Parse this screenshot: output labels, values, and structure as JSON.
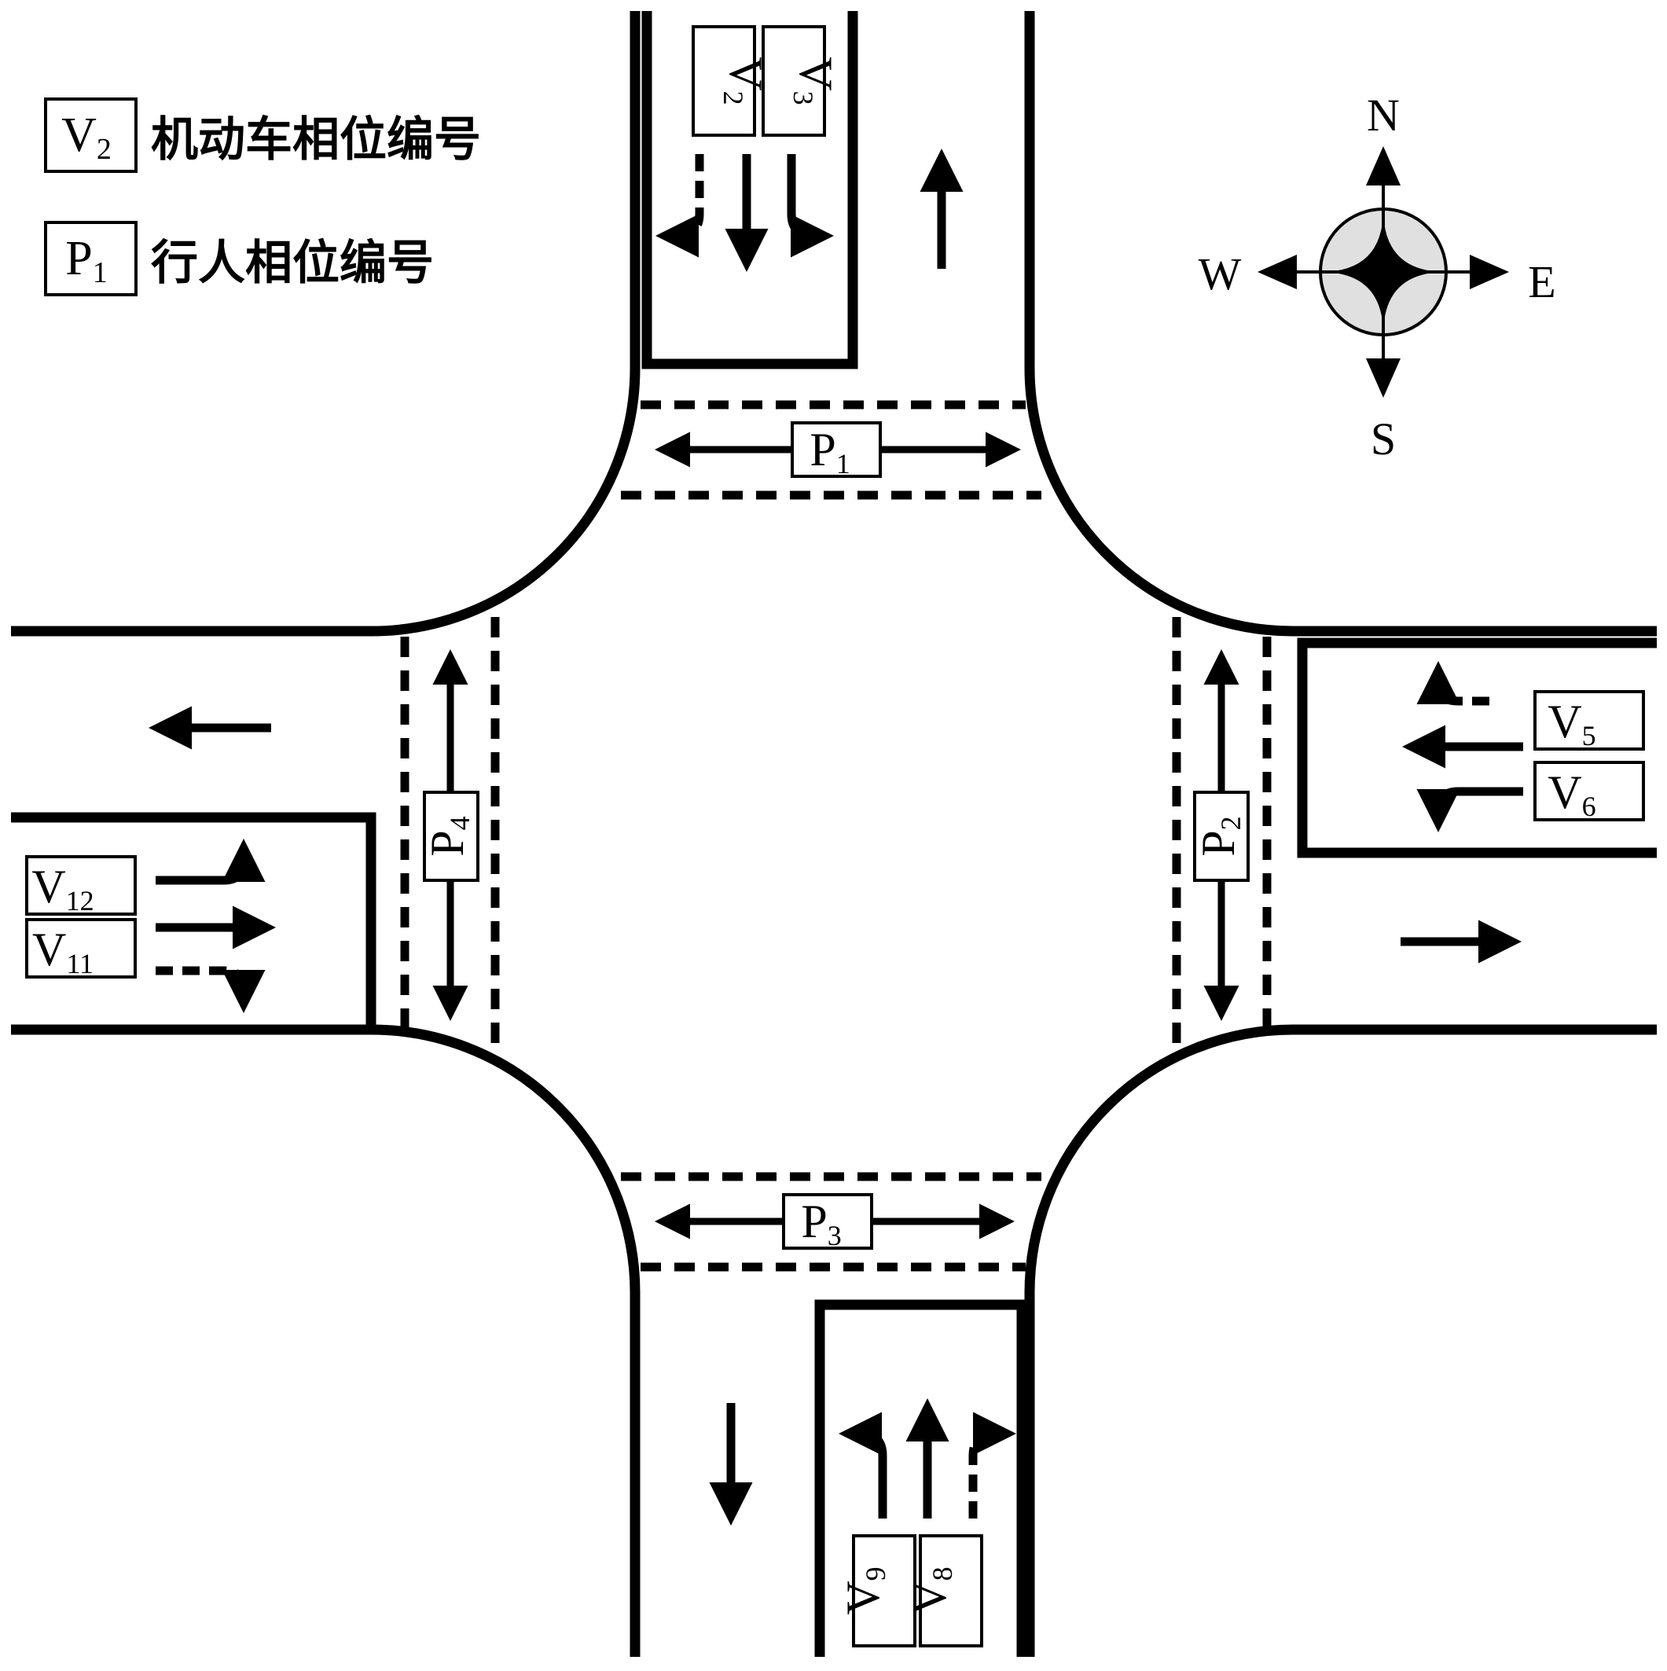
{
  "legend": {
    "vehicle": {
      "box_letter": "V",
      "box_sub": "2",
      "text": "机动车相位编号"
    },
    "pedestrian": {
      "box_letter": "P",
      "box_sub": "1",
      "text": "行人相位编号"
    }
  },
  "compass": {
    "north": "N",
    "south": "S",
    "east": "E",
    "west": "W"
  },
  "vehicle_phases": [
    {
      "id": "V2",
      "letter": "V",
      "sub": "2",
      "approach": "north",
      "movements": [
        "straight"
      ]
    },
    {
      "id": "V3",
      "letter": "V",
      "sub": "3",
      "approach": "north",
      "movements": [
        "left"
      ]
    },
    {
      "id": "V5",
      "letter": "V",
      "sub": "5",
      "approach": "east",
      "movements": [
        "straight"
      ]
    },
    {
      "id": "V6",
      "letter": "V",
      "sub": "6",
      "approach": "east",
      "movements": [
        "left"
      ]
    },
    {
      "id": "V8",
      "letter": "V",
      "sub": "8",
      "approach": "south",
      "movements": [
        "straight"
      ]
    },
    {
      "id": "V9",
      "letter": "V",
      "sub": "9",
      "approach": "south",
      "movements": [
        "left"
      ]
    },
    {
      "id": "V11",
      "letter": "V",
      "sub": "11",
      "approach": "west",
      "movements": [
        "straight"
      ]
    },
    {
      "id": "V12",
      "letter": "V",
      "sub": "12",
      "approach": "west",
      "movements": [
        "left"
      ]
    }
  ],
  "pedestrian_phases": [
    {
      "id": "P1",
      "letter": "P",
      "sub": "1",
      "crosswalk": "north"
    },
    {
      "id": "P2",
      "letter": "P",
      "sub": "2",
      "crosswalk": "east"
    },
    {
      "id": "P3",
      "letter": "P",
      "sub": "3",
      "crosswalk": "south"
    },
    {
      "id": "P4",
      "letter": "P",
      "sub": "4",
      "crosswalk": "west"
    }
  ],
  "right_turn_style": "dashed"
}
